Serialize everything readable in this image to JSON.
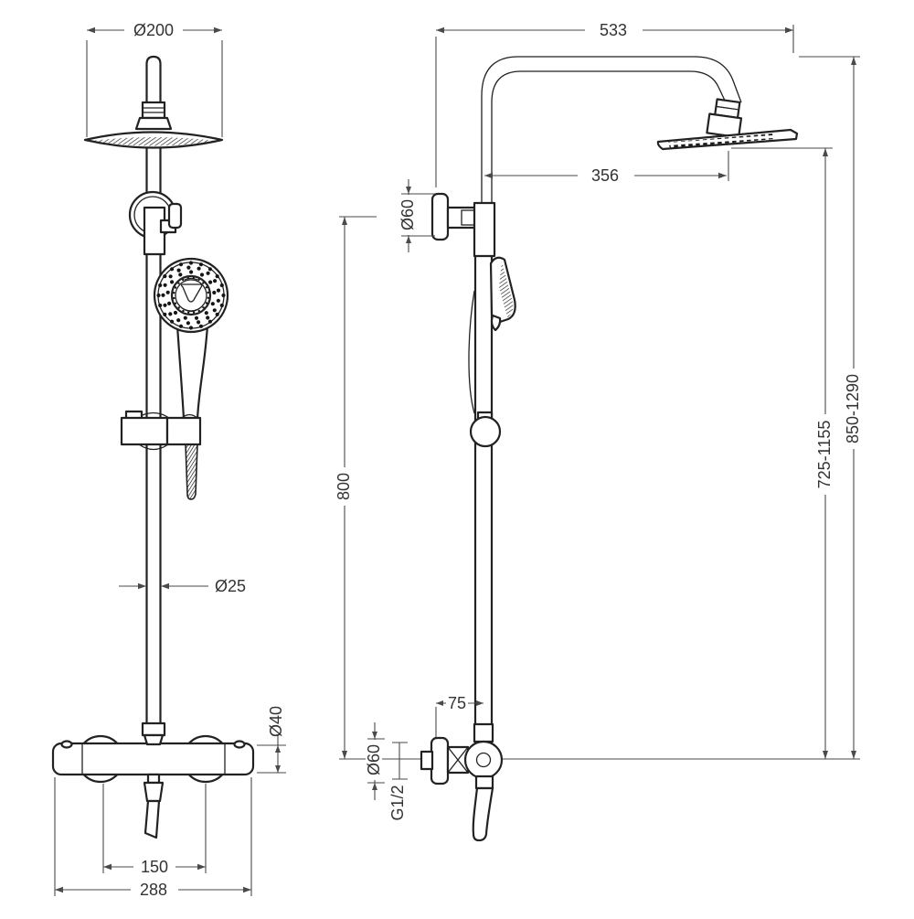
{
  "drawing": {
    "type": "technical-drawing",
    "product": "thermostatic shower column with fixed head and hand shower",
    "colors": {
      "background": "#ffffff",
      "line": "#222222",
      "dimension": "#4a4a4a",
      "text": "#333333"
    },
    "front_view": {
      "dims": {
        "head_diameter": "Ø200",
        "rail_diameter": "Ø25",
        "valve_body_diameter": "Ø40",
        "hot_cold_centres": "150",
        "valve_overall_width": "288"
      }
    },
    "side_view": {
      "dims": {
        "overall_reach": "533",
        "head_offset_from_rail": "356",
        "wall_bracket_diameter": "Ø60",
        "rail_length": "800",
        "valve_to_spray_face": "725-1155",
        "overall_height_range": "850-1290",
        "wall_to_rail": "75",
        "valve_flange_diameter": "Ø60",
        "inlet_thread": "G1/2"
      }
    }
  }
}
